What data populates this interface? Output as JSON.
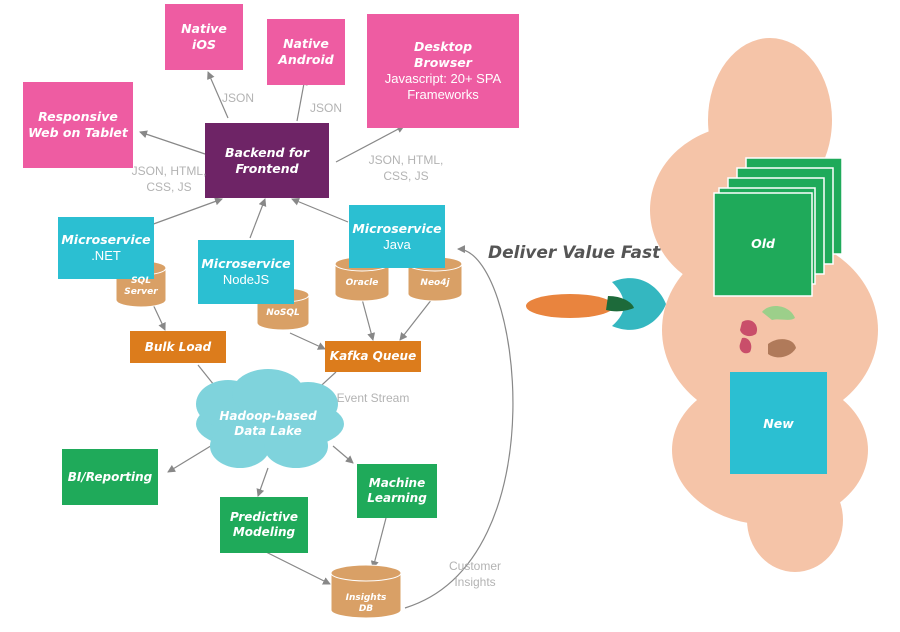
{
  "clients": {
    "ios": {
      "line1": "Native",
      "line2": "iOS"
    },
    "android": {
      "line1": "Native",
      "line2": "Android"
    },
    "desktop": {
      "line1": "Desktop",
      "line2": "Browser",
      "line3": "Javascript: 20+ SPA",
      "line4": "Frameworks"
    },
    "tablet": {
      "line1": "Responsive",
      "line2": "Web on Tablet"
    }
  },
  "bff": {
    "line1": "Backend for",
    "line2": "Frontend"
  },
  "edge_labels": {
    "json_ios": "JSON",
    "json_android": "JSON",
    "json_html_left": {
      "line1": "JSON, HTML,",
      "line2": "CSS, JS"
    },
    "json_html_right": {
      "line1": "JSON, HTML,",
      "line2": "CSS, JS"
    },
    "event_stream": "Event Stream",
    "customer_insights": {
      "line1": "Customer",
      "line2": "Insights"
    }
  },
  "microservices": {
    "net": {
      "line1": "Microservice",
      "line2": ".NET"
    },
    "node": {
      "line1": "Microservice",
      "line2": "NodeJS"
    },
    "java": {
      "line1": "Microservice",
      "line2": "Java"
    }
  },
  "databases": {
    "sql": {
      "line1": "SQL",
      "line2": "Server"
    },
    "nosql": "NoSQL",
    "oracle": "Oracle",
    "neo4j": "Neo4j",
    "insights": {
      "line1": "Insights",
      "line2": "DB"
    }
  },
  "pipeline": {
    "bulk_load": "Bulk Load",
    "kafka": "Kafka Queue",
    "lake": {
      "line1": "Hadoop-based",
      "line2": "Data Lake"
    },
    "bi": "BI/Reporting",
    "predictive": {
      "line1": "Predictive",
      "line2": "Modeling"
    },
    "ml": {
      "line1": "Machine",
      "line2": "Learning"
    }
  },
  "headline": "Deliver Value Fast",
  "cloud": {
    "old_label": "Old",
    "new_label": "New"
  },
  "colors": {
    "pink": "#ee5ca2",
    "purple": "#6e2466",
    "cyan": "#2bbfd2",
    "orange": "#dc7c1c",
    "green": "#1faa5a",
    "db": "#d9a066",
    "lake": "#7fd3dc",
    "peach": "#f5c4a8",
    "arrow": "#888888"
  }
}
